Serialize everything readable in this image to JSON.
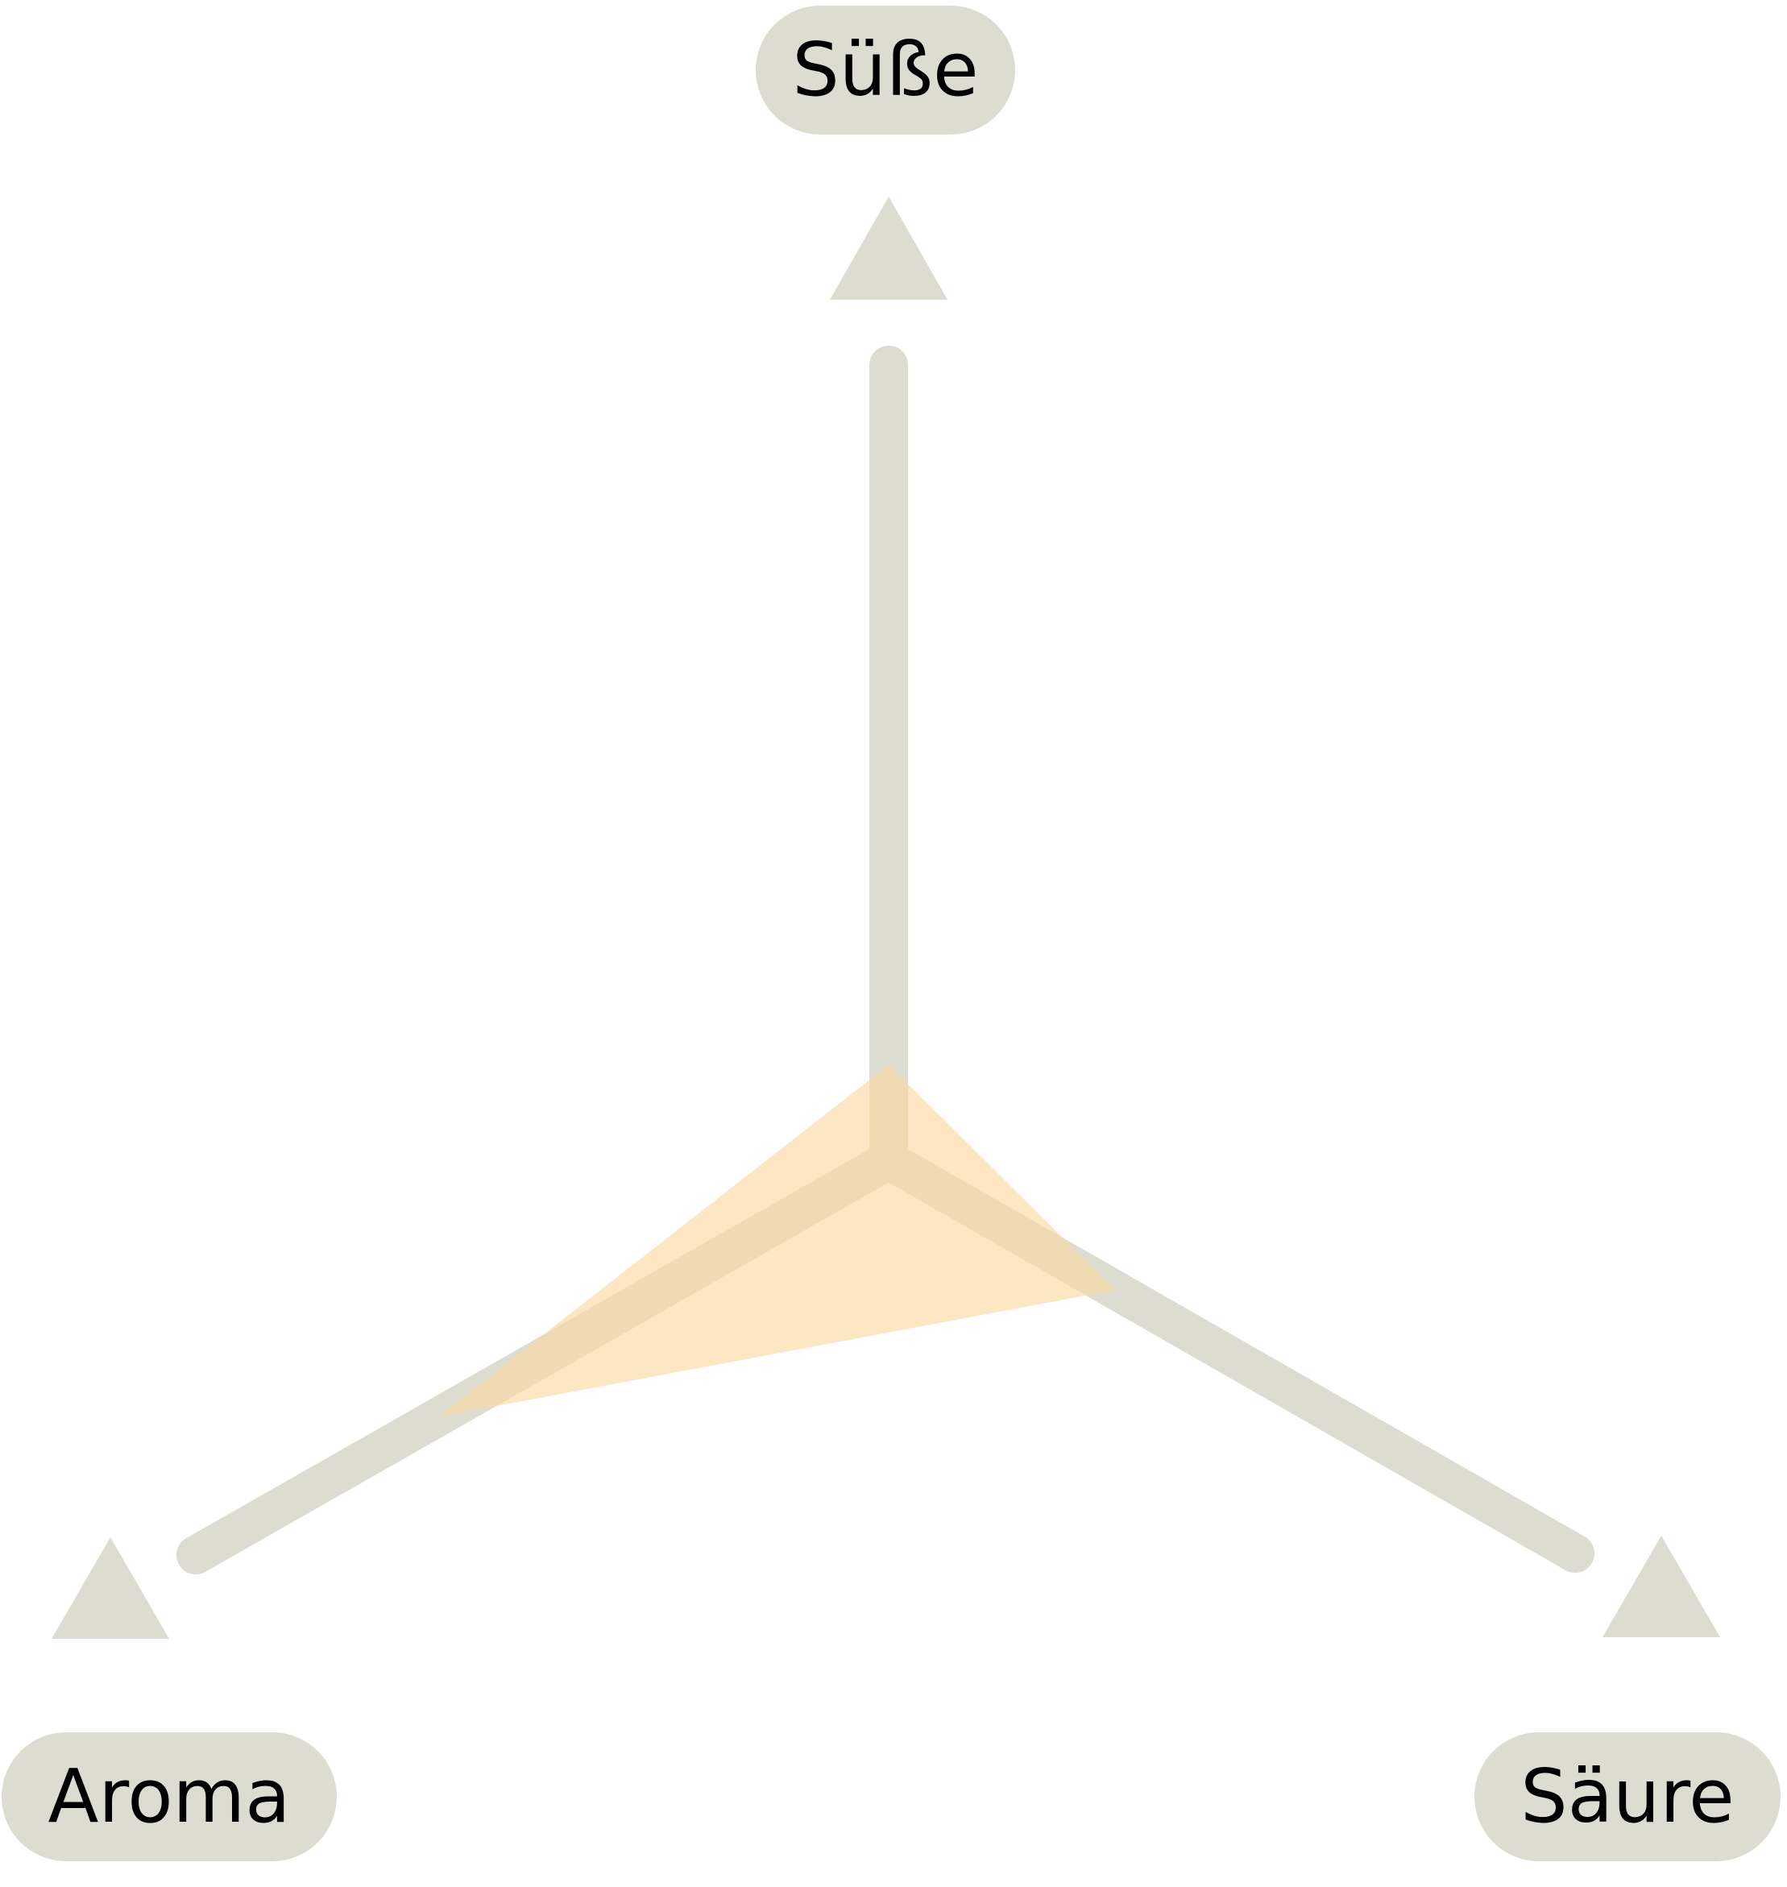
{
  "axes": [
    {
      "id": "sweetness",
      "label": "Süße"
    },
    {
      "id": "aroma",
      "label": "Aroma"
    },
    {
      "id": "acidity",
      "label": "Säure"
    }
  ],
  "profile": {
    "sweetness": 0.12,
    "aroma": 0.65,
    "acidity": 0.33
  },
  "colors": {
    "axis": "#dcddd0",
    "profile_fill": "#fbd9a4",
    "text": "#000000",
    "background": "#ffffff"
  },
  "icons": {
    "axis_arrow": "triangle-up-icon"
  }
}
